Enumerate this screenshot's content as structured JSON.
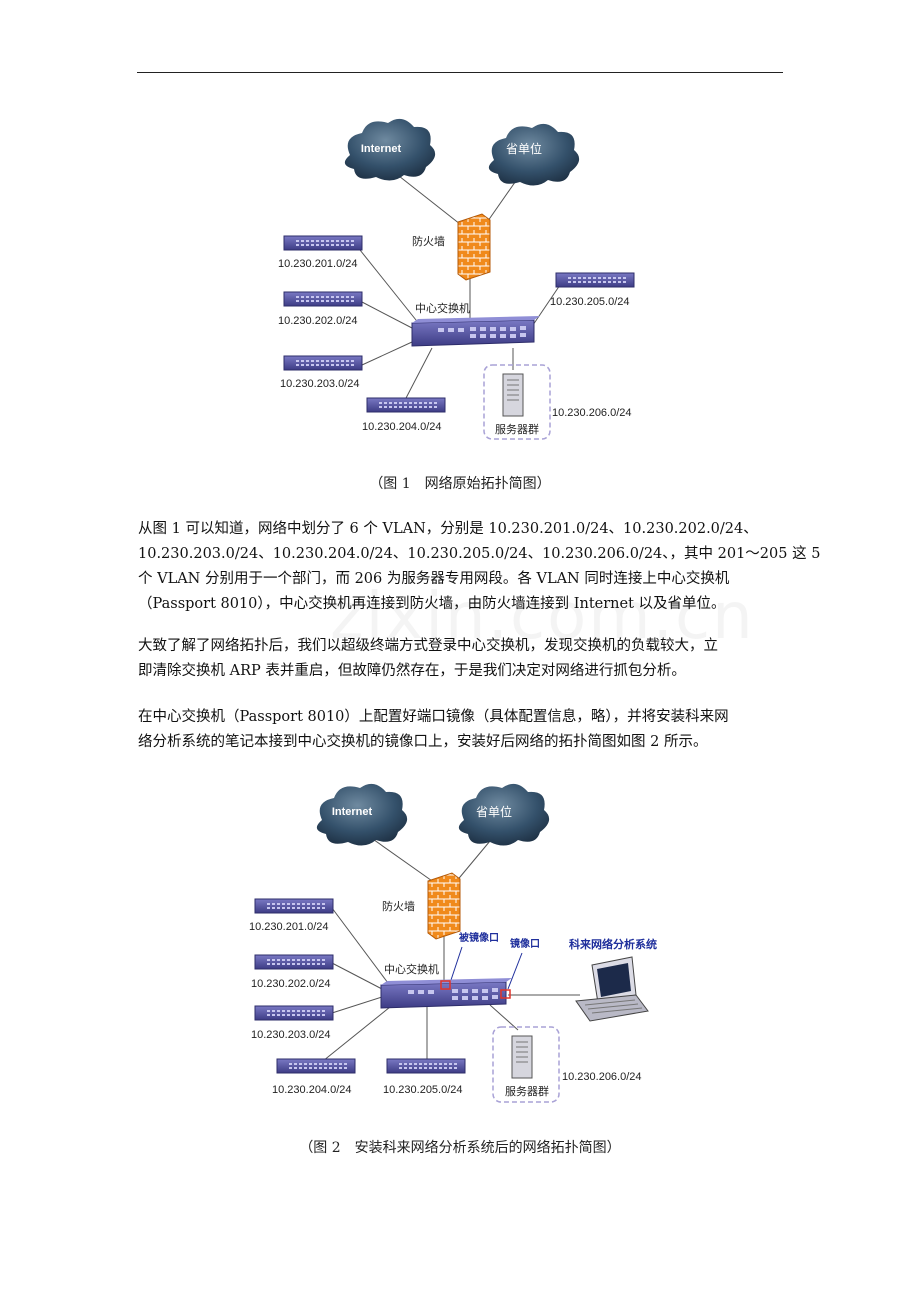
{
  "figure1": {
    "cloud_internet": "Internet",
    "cloud_province": "省单位",
    "firewall": "防火墙",
    "core_switch": "中心交换机",
    "server_group": "服务器群",
    "subnets": [
      "10.230.201.0/24",
      "10.230.202.0/24",
      "10.230.203.0/24",
      "10.230.204.0/24",
      "10.230.205.0/24",
      "10.230.206.0/24"
    ],
    "caption": "（图 1　网络原始拓扑简图）"
  },
  "paragraphs": [
    [
      "从图 1 可以知道，网络中划分了 6 个 VLAN，分别是 10.230.201.0/24、10.230.202.0/24、",
      "10.230.203.0/24、10.230.204.0/24、10.230.205.0/24、10.230.206.0/24、，其中 201～205 这 5",
      "个 VLAN 分别用于一个部门，而 206 为服务器专用网段。各 VLAN 同时连接上中心交换机",
      "（Passport 8010），中心交换机再连接到防火墙，由防火墙连接到 Internet 以及省单位。"
    ],
    [
      "大致了解了网络拓扑后，我们以超级终端方式登录中心交换机，发现交换机的负载较大，立",
      "即清除交换机 ARP 表并重启，但故障仍然存在，于是我们决定对网络进行抓包分析。"
    ],
    [
      "在中心交换机（Passport 8010）上配置好端口镜像（具体配置信息，略），并将安装科来网",
      "络分析系统的笔记本接到中心交换机的镜像口上，安装好后网络的拓扑简图如图 2 所示。"
    ]
  ],
  "figure2": {
    "cloud_internet": "Internet",
    "cloud_province": "省单位",
    "firewall": "防火墙",
    "core_switch": "中心交换机",
    "mirrored_port": "被镜像口",
    "mirror_port": "镜像口",
    "analyzer": "科来网络分析系统",
    "server_group": "服务器群",
    "subnets": [
      "10.230.201.0/24",
      "10.230.202.0/24",
      "10.230.203.0/24",
      "10.230.204.0/24",
      "10.230.205.0/24",
      "10.230.206.0/24"
    ],
    "caption": "（图 2　安装科来网络分析系统后的网络拓扑简图）"
  },
  "colors": {
    "switch": "#4b4a9a",
    "cloud": "#34516b",
    "firewall": "#f08a1c",
    "label_blue": "#1f2f9c",
    "highlight": "#e0342a",
    "dashed": "#a9a2d6"
  }
}
